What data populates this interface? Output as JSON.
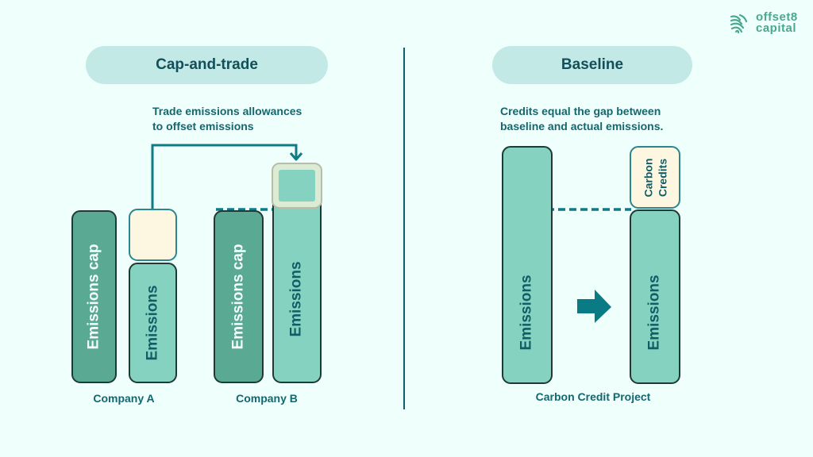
{
  "logo": {
    "line1": "offset8",
    "line2": "capital",
    "icon": "fingerprint-swirl-icon"
  },
  "left": {
    "title": "Cap-and-trade",
    "caption_line1": "Trade emissions allowances",
    "caption_line2": "to offset emissions",
    "company_a": {
      "cap_label": "Emissions cap",
      "emissions_label": "Emissions",
      "name": "Company A"
    },
    "company_b": {
      "cap_label": "Emissions cap",
      "emissions_label": "Emissions",
      "name": "Company B"
    }
  },
  "right": {
    "title": "Baseline",
    "caption_line1": "Credits equal the gap between",
    "caption_line2": "baseline and actual emissions.",
    "before_label": "Emissions",
    "after_label": "Emissions",
    "credits_line1": "Carbon",
    "credits_line2": "Credits",
    "project_label": "Carbon Credit Project"
  },
  "colors": {
    "background": "#effffb",
    "pill": "#c2e9e5",
    "dark_bar": "#5aa993",
    "light_bar": "#84d2bf",
    "cream": "#fdf7e1",
    "accent": "#0e7b87"
  }
}
